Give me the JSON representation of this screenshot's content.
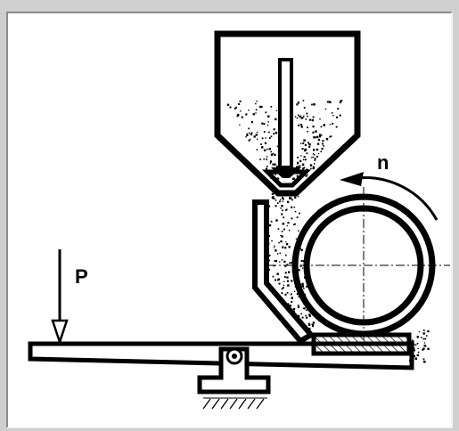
{
  "labels": {
    "force": "P",
    "rotation": "n"
  },
  "colors": {
    "background": "#ffffff",
    "frame": "#cfcfcf",
    "ink": "#000000"
  },
  "parts": [
    "hopper",
    "feed-rod",
    "powder",
    "guide-chute",
    "roller",
    "rotation-arrow",
    "lever",
    "fulcrum-pivot",
    "fulcrum-support",
    "ground-hatching",
    "platen",
    "force-arrow"
  ]
}
